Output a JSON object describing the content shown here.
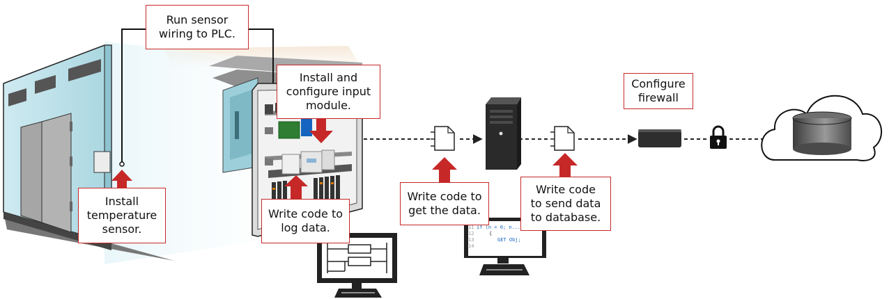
{
  "callouts": {
    "run_wiring": "Run sensor\nwiring to PLC.",
    "install_module": "Install and\nconfigure input\nmodule.",
    "install_sensor": "Install\ntemperature\nsensor.",
    "log_data": "Write code to\nlog data.",
    "get_data": "Write code to\nget the data.",
    "send_data": "Write code\nto send data\nto database.",
    "firewall": "Configure\nfirewall"
  },
  "code_snippet": {
    "line_numbers": [
      "11",
      "12",
      "13",
      "14"
    ],
    "lines": [
      "if (n = 0; n...",
      "{",
      "GET Obj;",
      ""
    ]
  },
  "colors": {
    "accent_red": "#c62828",
    "wall_blue": "#bfe6ee",
    "door_gray": "#9e9e9e",
    "panel_gray": "#d9d9d9",
    "dark": "#2b2b2b"
  },
  "icons": [
    "temperature-sensor-icon",
    "plc-cabinet-icon",
    "document-icon",
    "server-tower-icon",
    "firewall-icon",
    "lock-icon",
    "cloud-database-icon",
    "monitor-icon"
  ]
}
